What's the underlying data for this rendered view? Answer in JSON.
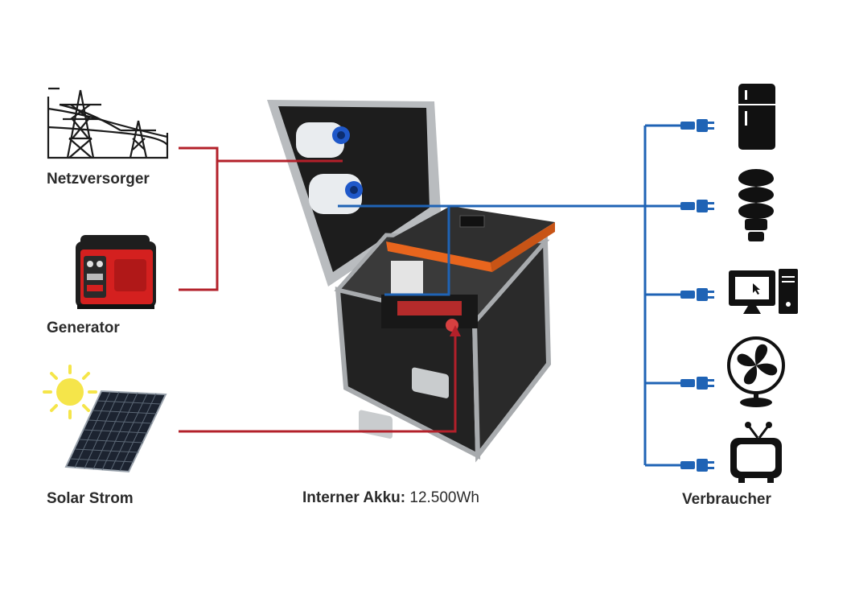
{
  "sources": [
    {
      "label": "Netzversorger",
      "icon": "power-pylon-icon"
    },
    {
      "label": "Generator",
      "icon": "generator-icon"
    },
    {
      "label": "Solar Strom",
      "icon": "solar-panel-icon"
    }
  ],
  "battery": {
    "label": "Interner Akku:",
    "value": "12.500Wh"
  },
  "consumers": {
    "label": "Verbraucher",
    "devices": [
      "fridge-icon",
      "bulb-icon",
      "computer-icon",
      "fan-icon",
      "tv-icon"
    ]
  },
  "colors": {
    "input_line": "#b3202a",
    "output_line": "#1f63b5",
    "panel_orange": "#e8651d",
    "sun": "#f5e54a"
  }
}
